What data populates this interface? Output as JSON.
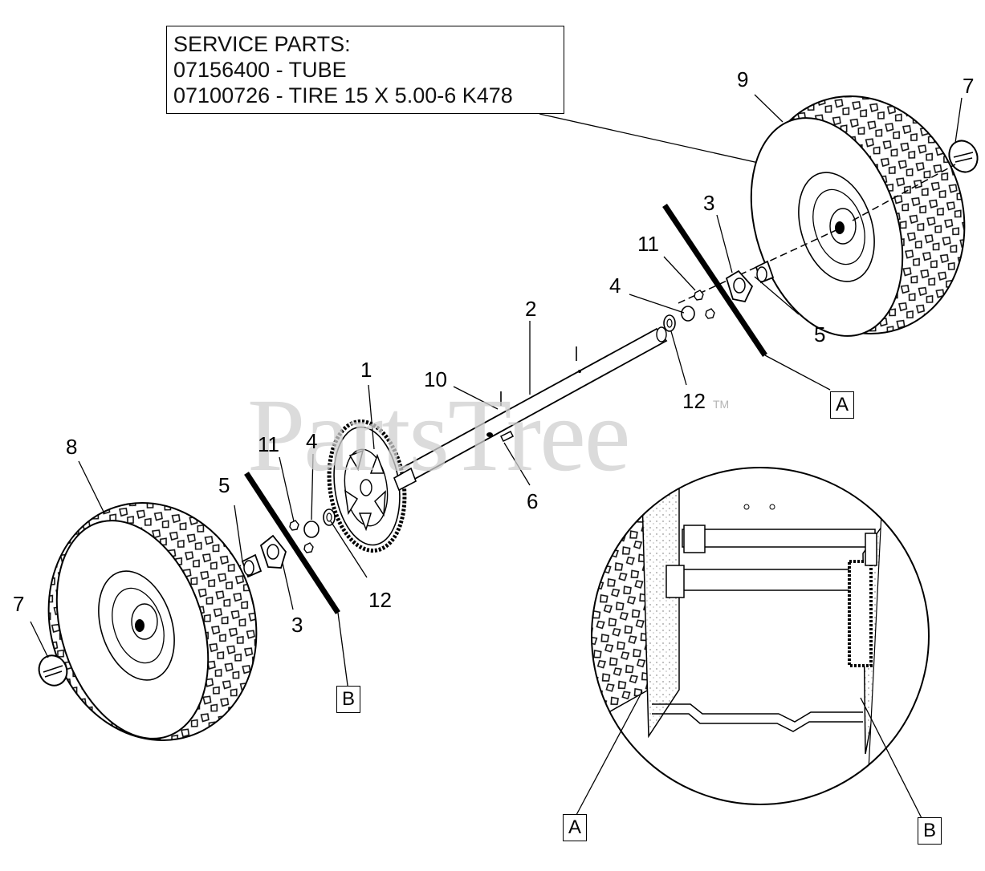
{
  "service_box": {
    "heading": "SERVICE PARTS:",
    "line1": "07156400 - TUBE",
    "line2": "07100726 - TIRE 15 X 5.00-6 K478"
  },
  "watermark": {
    "text": "PartsTree",
    "tm": "TM"
  },
  "callouts": {
    "c1": "1",
    "c2": "2",
    "c3_right": "3",
    "c3_left": "3",
    "c4_right": "4",
    "c4_left": "4",
    "c5_right": "5",
    "c5_left": "5",
    "c6": "6",
    "c7_right": "7",
    "c7_left": "7",
    "c8": "8",
    "c9": "9",
    "c10": "10",
    "c11_right": "11",
    "c11_left": "11",
    "c12_right": "12",
    "c12_left": "12"
  },
  "ref_labels": {
    "a_main": "A",
    "b_main": "B",
    "a_detail": "A",
    "b_detail": "B"
  }
}
